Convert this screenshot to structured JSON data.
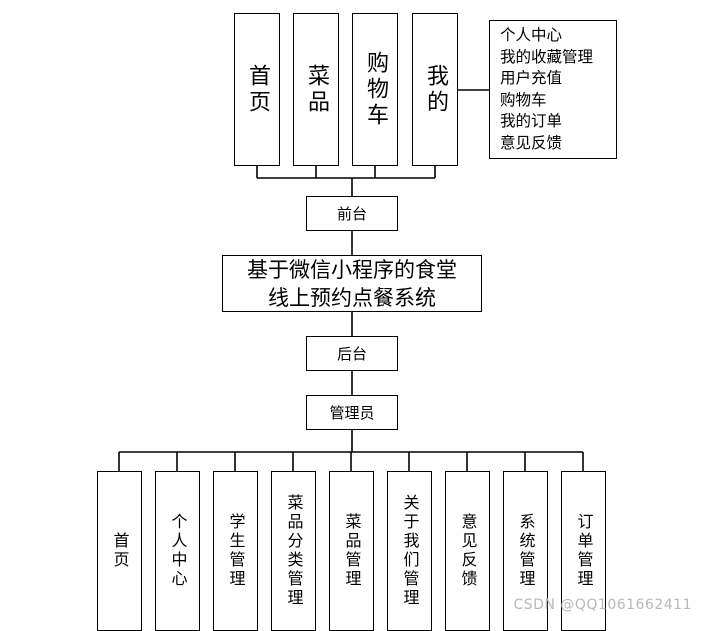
{
  "frontend_modules": [
    "首页",
    "菜品",
    "购物车",
    "我的"
  ],
  "my_details": [
    "个人中心",
    "我的收藏管理",
    "用户充值",
    "购物车",
    "我的订单",
    "意见反馈"
  ],
  "frontend_label": "前台",
  "system_title_line1": "基于微信小程序的食堂",
  "system_title_line2": "线上预约点餐系统",
  "backend_label": "后台",
  "admin_label": "管理员",
  "admin_modules": [
    "首页",
    "个人中心",
    "学生管理",
    "菜品分类管理",
    "菜品管理",
    "关于我们管理",
    "意见反馈",
    "系统管理",
    "订单管理"
  ],
  "watermark": "CSDN @QQ1061662411"
}
